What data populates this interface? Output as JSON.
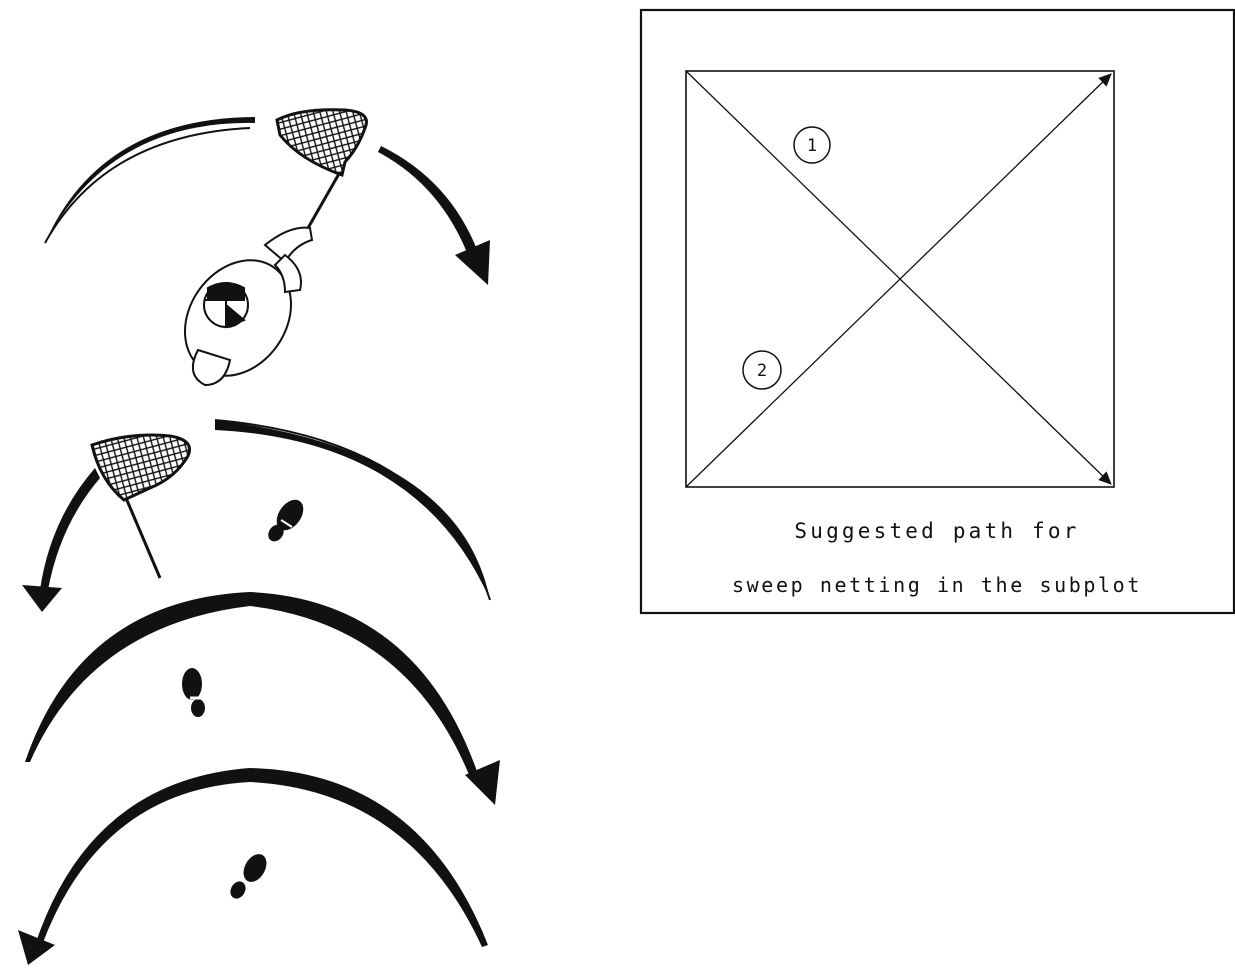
{
  "diagram": {
    "path_box": {
      "markers": {
        "first": "1",
        "second": "2"
      },
      "caption": {
        "line1": "Suggested path for",
        "line2": "sweep netting in the subplot"
      }
    }
  },
  "colors": {
    "ink": "#111111",
    "background": "#ffffff"
  }
}
